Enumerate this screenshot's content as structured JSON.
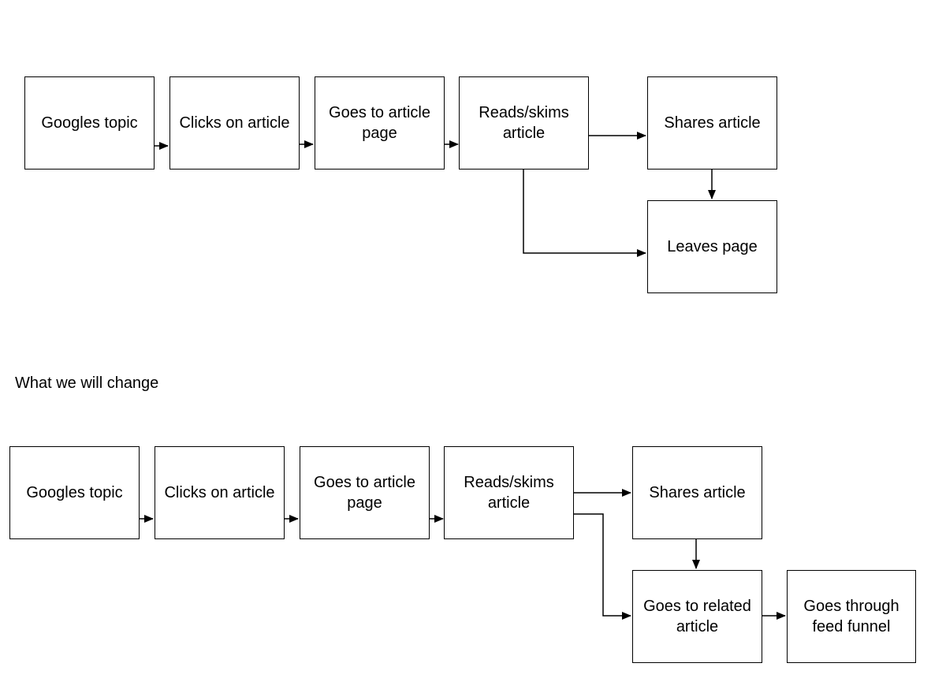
{
  "current_flow": {
    "googles_topic": "Googles topic",
    "clicks_on_article": "Clicks on article",
    "goes_to_article_page": "Goes to article page",
    "reads_skims_article": "Reads/skims article",
    "shares_article": "Shares article",
    "leaves_page": "Leaves page"
  },
  "change_heading": "What we will change",
  "new_flow": {
    "googles_topic": "Googles topic",
    "clicks_on_article": "Clicks on article",
    "goes_to_article_page": "Goes to article page",
    "reads_skims_article": "Reads/skims article",
    "shares_article": "Shares article",
    "goes_to_related_article": "Goes to related article",
    "goes_through_feed_funnel": "Goes through feed funnel"
  },
  "colors": {
    "stroke": "#000000",
    "fill": "#ffffff"
  }
}
